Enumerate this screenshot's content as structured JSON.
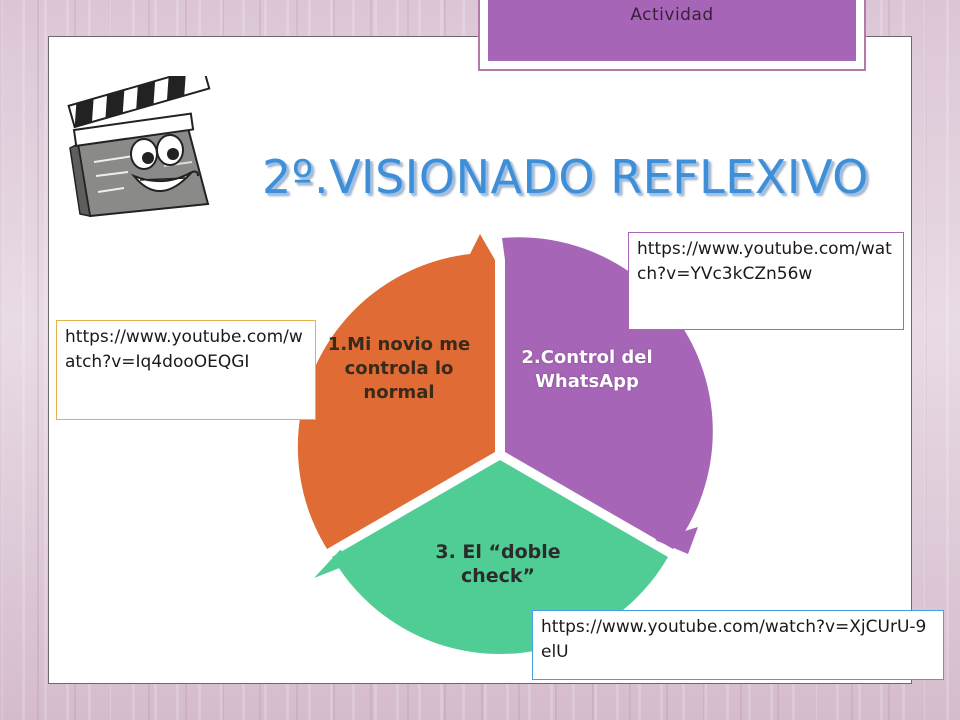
{
  "activity": {
    "label": "Actividad"
  },
  "title": "2º.VISIONADO REFLEXIVO",
  "cycle": {
    "segments": [
      {
        "label": "1.Mi novio me controla lo normal",
        "color": "#e06b35"
      },
      {
        "label": "2.Control del WhatsApp",
        "color": "#a765b7"
      },
      {
        "label": "3. El “doble check”",
        "color": "#4fcd95"
      }
    ]
  },
  "links": {
    "left": "https://www.youtube.com/watch?v=Iq4dooOEQGI",
    "right": "https://www.youtube.com/watch?v=YVc3kCZn56w",
    "bottom": "https://www.youtube.com/watch?v=XjCUrU-9elU"
  },
  "clapper": {
    "icon": "clapperboard-icon"
  }
}
